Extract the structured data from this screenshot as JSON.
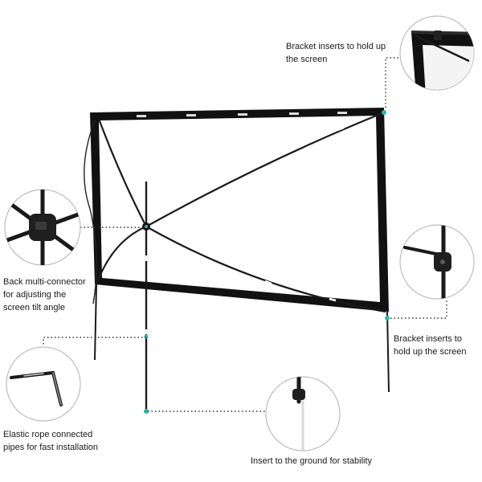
{
  "colors": {
    "frame": "#111111",
    "screen": "#ffffff",
    "leader": "#333333",
    "connector_accent": "#2bb5b0",
    "callout_border": "#bdbdbd"
  },
  "callouts": {
    "top_right": {
      "lines": [
        "Bracket inserts to hold up",
        "the screen"
      ]
    },
    "left": {
      "lines": [
        "Back multi-connector",
        "for adjusting the",
        "screen tilt angle"
      ]
    },
    "right": {
      "lines": [
        "Bracket inserts to",
        "hold up the screen"
      ]
    },
    "bottom_left": {
      "lines": [
        "Elastic rope connected",
        "pipes for fast installation"
      ]
    },
    "bottom": {
      "lines": [
        "Insert to the ground for stability"
      ]
    }
  }
}
